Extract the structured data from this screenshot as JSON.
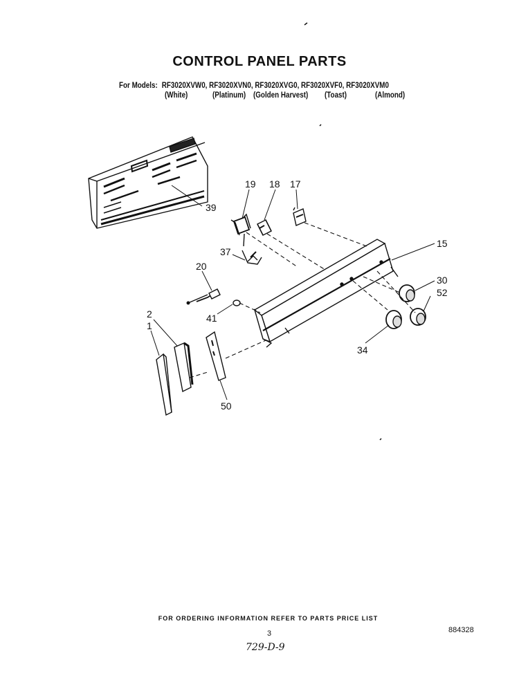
{
  "title": "CONTROL PANEL PARTS",
  "models": {
    "prefix": "For Models:",
    "list": "RF3020XVW0, RF3020XVN0, RF3020XVG0, RF3020XVF0, RF3020XVM0",
    "colors": [
      "(White)",
      "(Platinum)",
      "(Golden Harvest)",
      "(Toast)",
      "(Almond)"
    ]
  },
  "callouts": [
    "39",
    "19",
    "18",
    "17",
    "15",
    "37",
    "20",
    "41",
    "30",
    "52",
    "2",
    "1",
    "34",
    "50"
  ],
  "footer": {
    "ordering": "FOR ORDERING INFORMATION REFER TO PARTS PRICE LIST",
    "page": "3",
    "doc_number": "884328",
    "handwritten": "729-D-9"
  }
}
